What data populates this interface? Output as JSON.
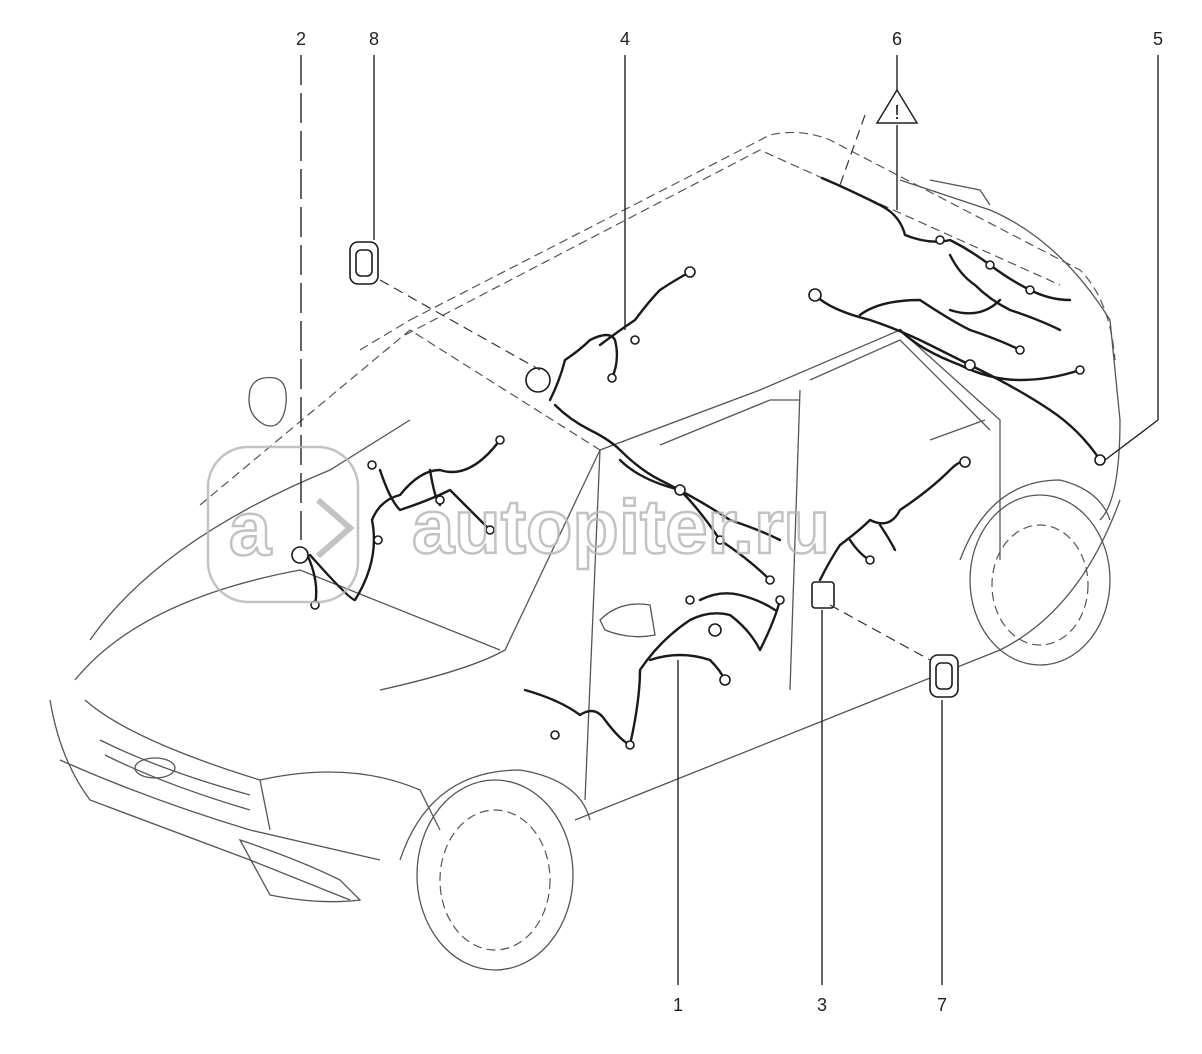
{
  "diagram": {
    "callouts": [
      {
        "id": "1",
        "label": "1"
      },
      {
        "id": "2",
        "label": "2"
      },
      {
        "id": "3",
        "label": "3"
      },
      {
        "id": "4",
        "label": "4"
      },
      {
        "id": "5",
        "label": "5"
      },
      {
        "id": "6",
        "label": "6"
      },
      {
        "id": "7",
        "label": "7"
      },
      {
        "id": "8",
        "label": "8"
      }
    ],
    "warning_symbol": "!",
    "watermark": {
      "text": "autopiter.ru",
      "logo_text": "a"
    }
  }
}
